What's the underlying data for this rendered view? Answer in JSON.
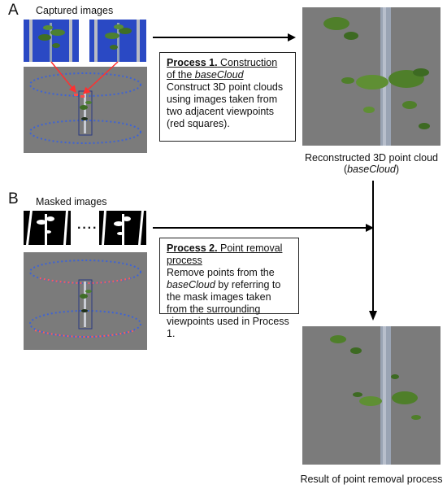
{
  "panel_a": {
    "letter": "A",
    "captured_label": "Captured images",
    "process": {
      "title_bold": "Process 1.",
      "title_rest": " Construction of the ",
      "title_italic": "baseCloud",
      "body": "Construct 3D point clouds using images taken from two adjacent viewpoints (red squares)."
    },
    "result_caption_line1": "Reconstructed 3D point cloud",
    "result_caption_italic": "baseCloud"
  },
  "panel_b": {
    "letter": "B",
    "masked_label": "Masked images",
    "process": {
      "title_bold": "Process 2.",
      "title_rest": " Point removal process",
      "body_pre": "Remove points from the ",
      "body_italic": "baseCloud",
      "body_post": " by referring to the mask images taken from the surrounding viewpoints used in Process 1."
    },
    "result_caption": "Result of point removal process"
  },
  "colors": {
    "photo_background": "#2a49c4",
    "panel_gray": "#7b7b7b",
    "viewpoint_blue": "#3d63d6",
    "viewpoint_red": "#ff4a4a",
    "plant_green": "#4f7f2a",
    "arrow": "#000000"
  }
}
